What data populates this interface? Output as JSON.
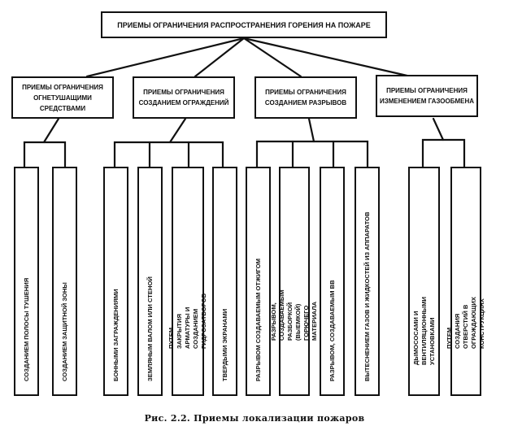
{
  "root": {
    "label": "ПРИЕМЫ ОГРАНИЧЕНИЯ РАСПРОСТРАНЕНИЯ ГОРЕНИЯ НА ПОЖАРЕ"
  },
  "categories": [
    {
      "label": "ПРИЕМЫ ОГРАНИЧЕНИЯ ОГНЕТУШАЩИМИ СРЕДСТВАМИ",
      "items": [
        "СОЗДАНИЕМ ПОЛОСЫ ТУШЕНИЯ",
        "СОЗДАНИЕМ ЗАЩИТНОЙ ЗОНЫ"
      ]
    },
    {
      "label": "ПРИЕМЫ ОГРАНИЧЕНИЯ СОЗДАНИЕМ ОГРАЖДЕНИЙ",
      "items": [
        "БОННЫМИ ЗАГРАЖДЕНИЯМИ",
        "ЗЕМЛЯНЫМ ВАЛОМ ИЛИ СТЕНОЙ",
        "ПУТЕМ ЗАКРЫТИЯ АРМАТУРЫ И СОЗДАНИЕМ ГИДРОЗАТВОРОВ",
        "ТВЕРДЫМИ ЭКРАНАМИ"
      ]
    },
    {
      "label": "ПРИЕМЫ ОГРАНИЧЕНИЯ СОЗДАНИЕМ РАЗРЫВОВ",
      "items": [
        "РАЗРЫВОМ СОЗДАВАЕМЫМ ОТЖИГОМ",
        "РАЗРЫВОМ, СОЗДАВАЕМЫМ РАЗБОРКОЙ (ВЫЕМКОЙ) ГОРЮЧЕГО МАТЕРИАЛА",
        "РАЗРЫВОМ, СОЗДАВАЕМЫМ ВВ",
        "ВЫТЕСНЕНИЕМ ГАЗОВ И ЖИДКОСТЕЙ ИЗ АППАРАТОВ"
      ]
    },
    {
      "label": "ПРИЕМЫ ОГРАНИЧЕНИЯ ИЗМЕНЕНИЕМ ГАЗООБМЕНА",
      "items": [
        "ДЫМОСОСАМИ И ВЕНТИЛЯЦИОННЫМИ УСТАНОВКАМИ",
        "ПУТЕМ СОЗДАНИЯ ОТВЕРСТИЙ В ОГРАЖДАЮЩИХ КОНСТРУКЦИЯХ"
      ]
    }
  ],
  "leaf_lines": {
    "c1_i2": "ПУТЕМ ЗАКРЫТИЯ АРМАТУРЫ И СОЗДАНИЕМ\nГИДРОЗАТВОРОВ",
    "c2_i1": "РАЗРЫВОМ, СОЗДАВАЕМЫМ РАЗБОРКОЙ (ВЫЕМКОЙ)\nГОРЮЧЕГО МАТЕРИАЛА",
    "c3_i0": "ДЫМОСОСАМИ И ВЕНТИЛЯЦИОННЫМИ\nУСТАНОВКАМИ",
    "c3_i1": "ПУТЕМ СОЗДАНИЯ ОТВЕРСТИЙ В ОГРАЖДАЮЩИХ\nКОНСТРУКЦИЯХ"
  },
  "caption": "Рис. 2.2. Приемы локализации пожаров"
}
